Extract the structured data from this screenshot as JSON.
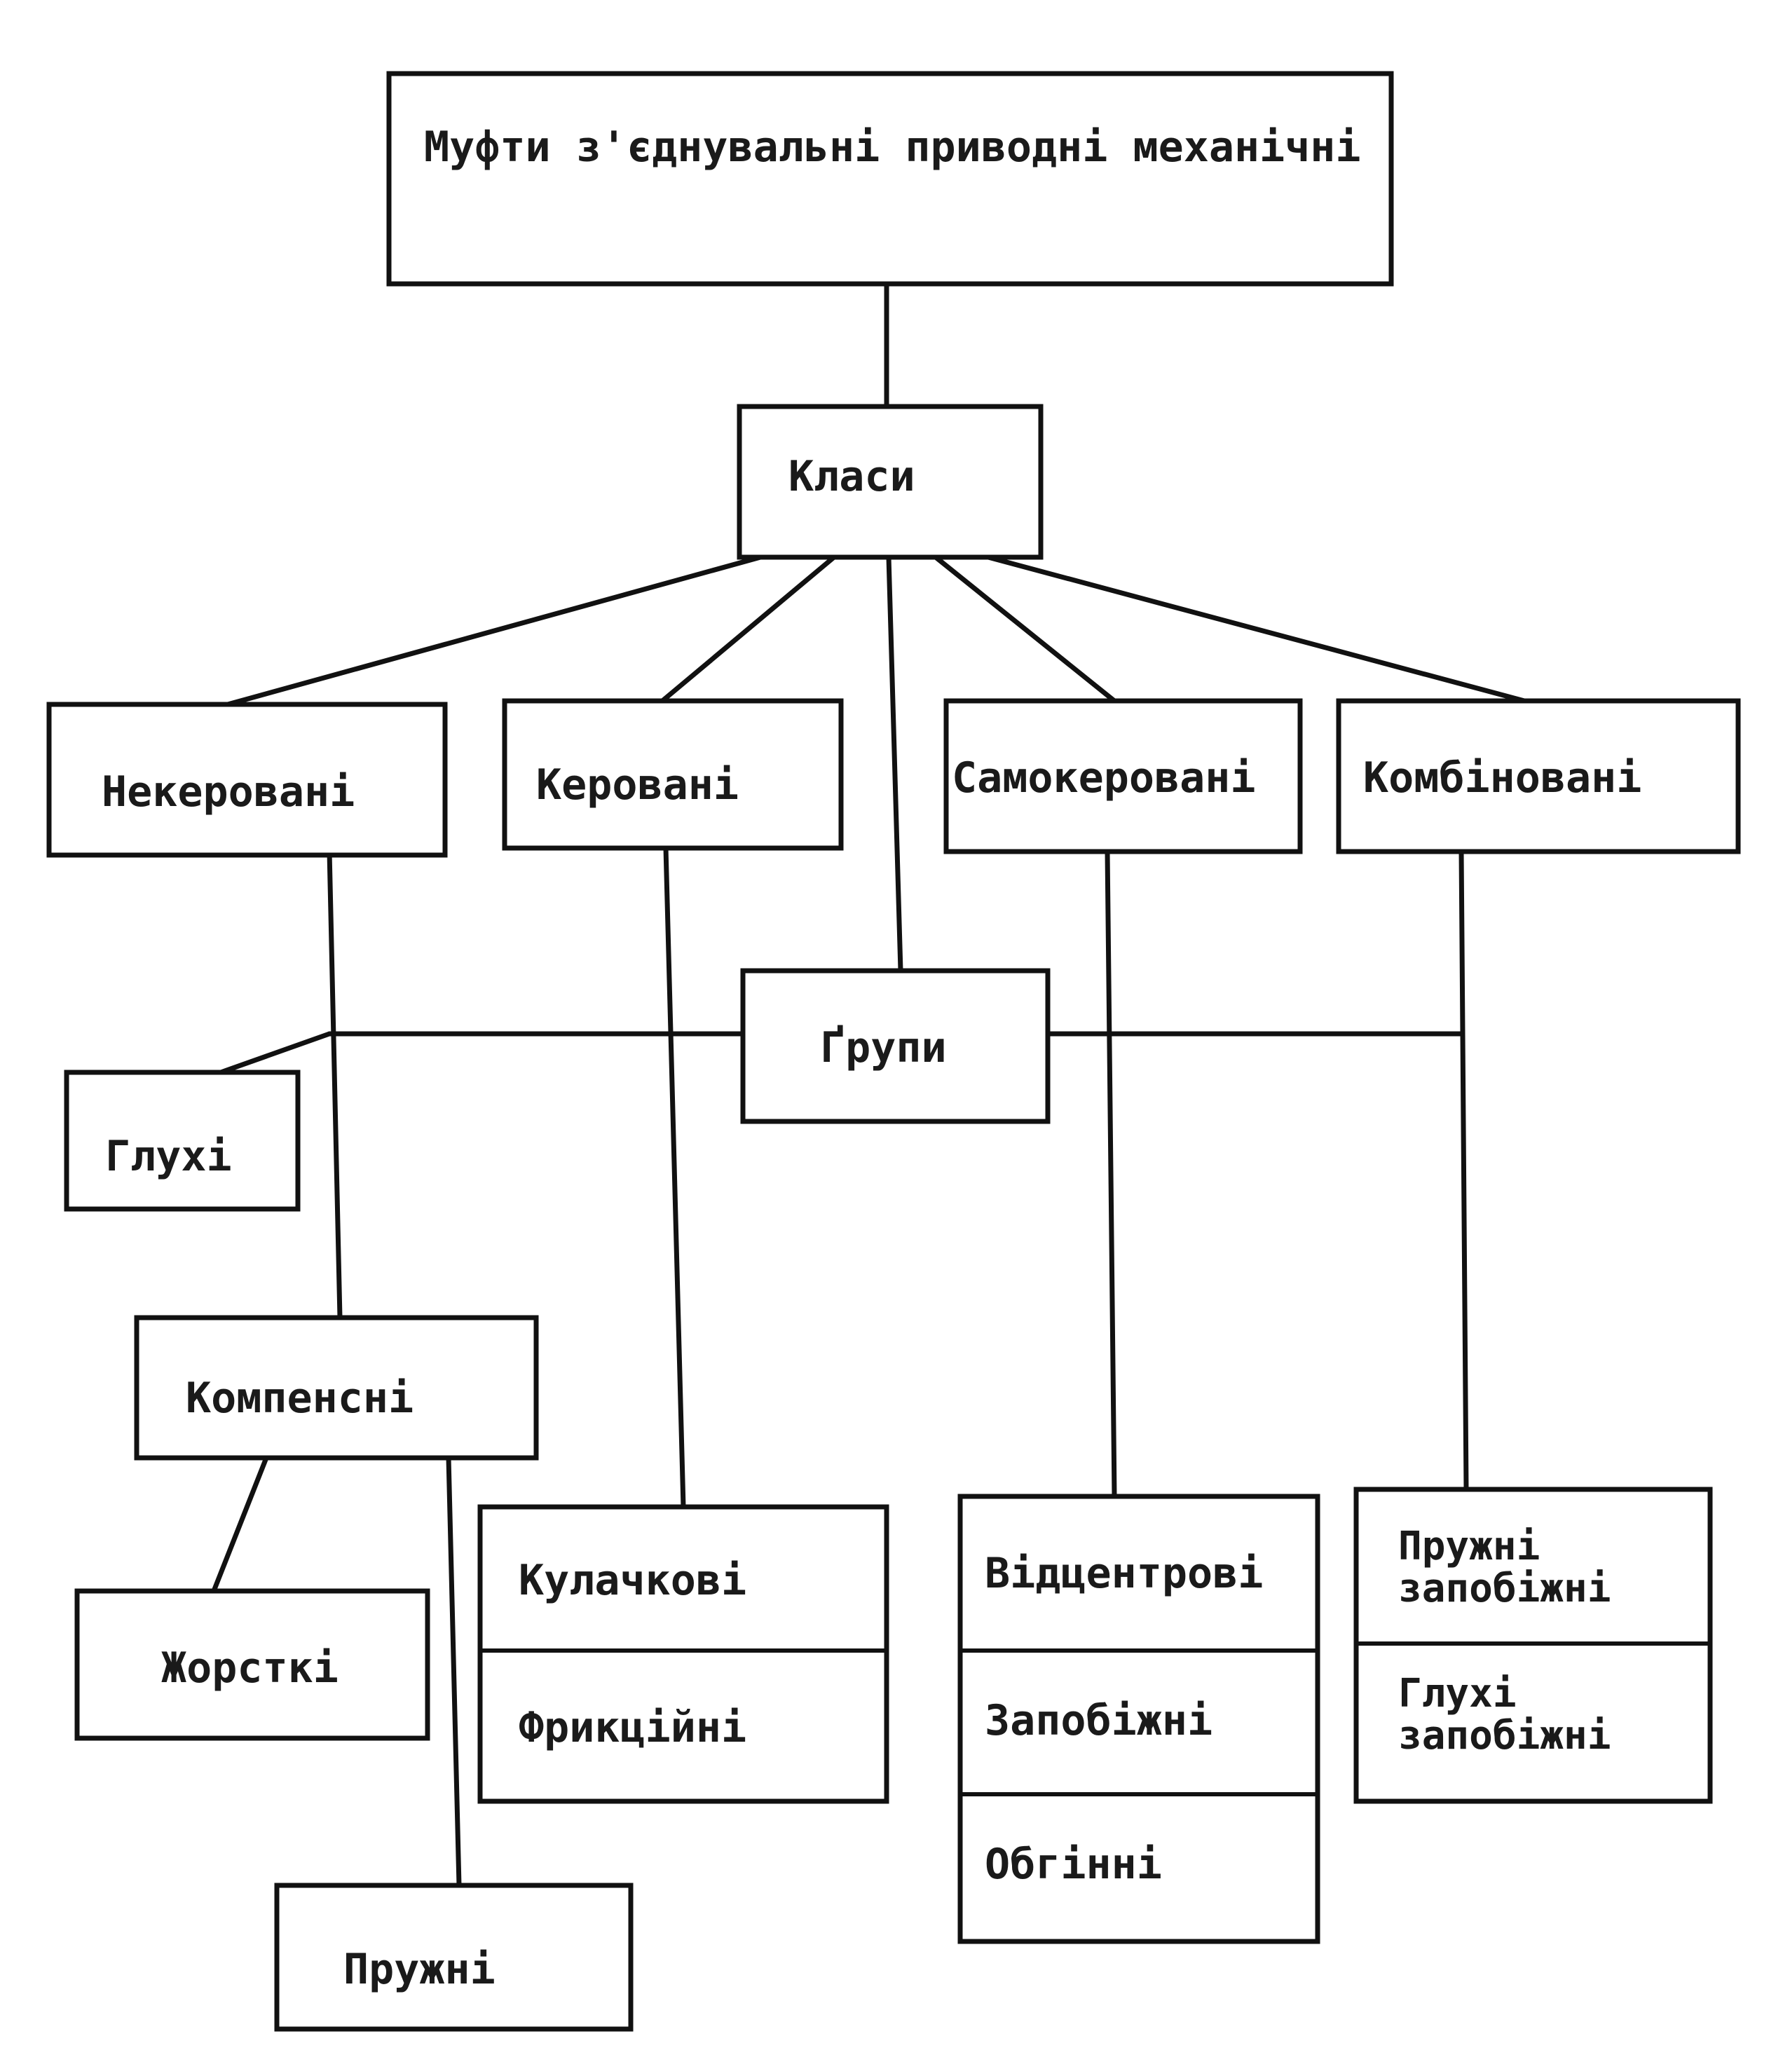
{
  "diagram": {
    "root": "Муфти з'єднувальні приводні механічні",
    "classes_label": "Класи",
    "classes": [
      "Некеровані",
      "Керовані",
      "Самокеровані",
      "Комбіновані"
    ],
    "groups_label": "Ґрупи",
    "uncontrolled": {
      "blind": "Глухі",
      "compensating": "Компенсні",
      "rigid": "Жорсткі",
      "elastic": "Пружні"
    },
    "controlled": [
      "Кулачкові",
      "Фрикційні"
    ],
    "self_controlled": [
      "Відцентрові",
      "Запобіжні",
      "Обгінні"
    ],
    "combined": [
      {
        "line1": "Пружні",
        "line2": "запобіжні"
      },
      {
        "line1": "Глухі",
        "line2": "запобіжні"
      }
    ]
  }
}
